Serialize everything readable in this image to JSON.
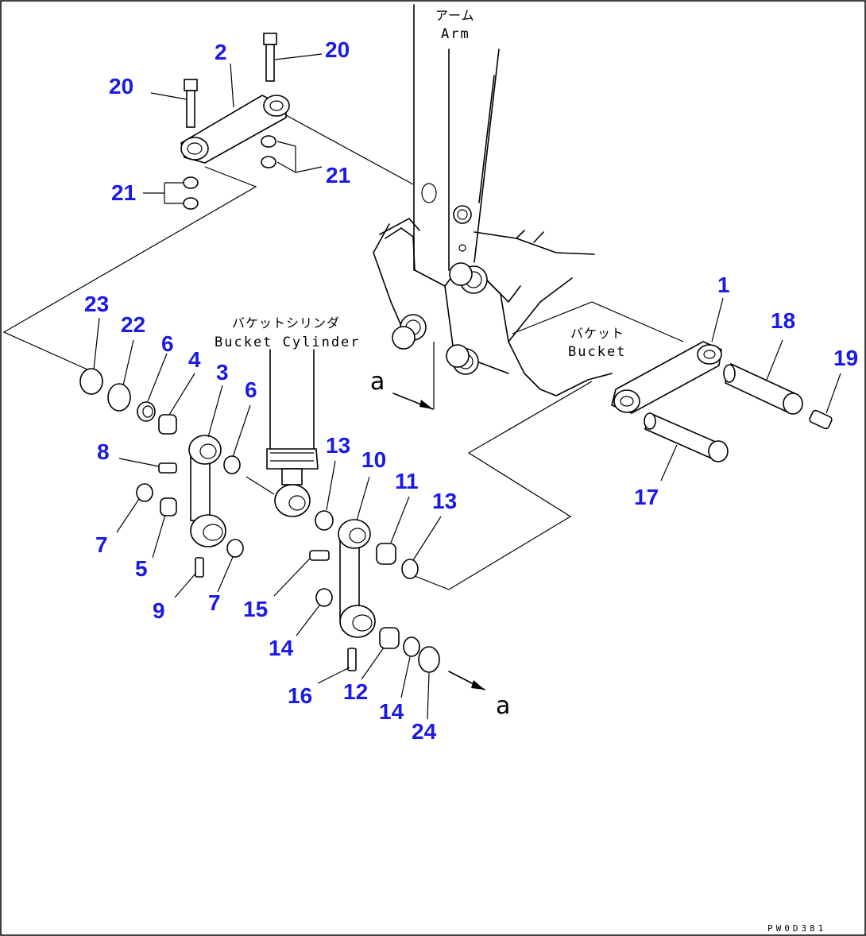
{
  "diagram": {
    "drawing_code": "PW0D381",
    "labels": {
      "arm_jp": "アーム",
      "arm_en": "Arm",
      "cylinder_jp": "バケットシリンダ",
      "cylinder_en": "Bucket Cylinder",
      "bucket_jp": "バケット",
      "bucket_en": "Bucket",
      "view_ref_top": "a",
      "view_ref_bottom": "a"
    },
    "callouts": [
      "1",
      "2",
      "3",
      "4",
      "5",
      "6",
      "6",
      "7",
      "7",
      "8",
      "9",
      "10",
      "11",
      "12",
      "13",
      "13",
      "14",
      "14",
      "15",
      "16",
      "17",
      "18",
      "19",
      "20",
      "20",
      "21",
      "21",
      "22",
      "23",
      "24"
    ]
  }
}
